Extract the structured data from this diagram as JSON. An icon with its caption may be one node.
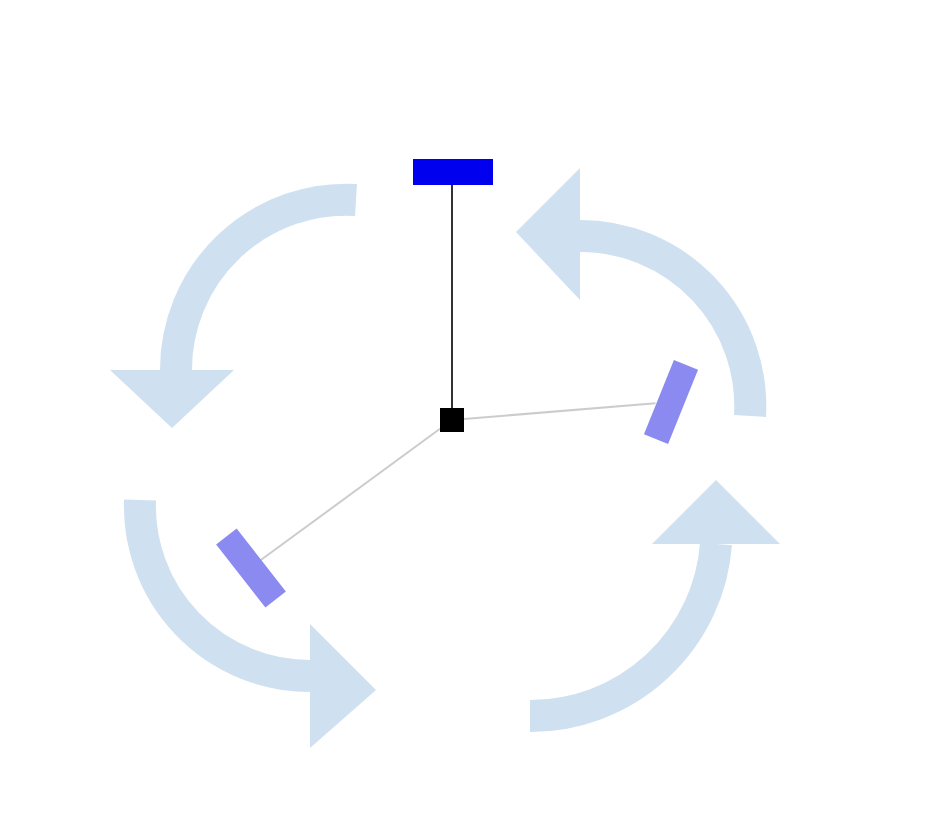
{
  "diagram": {
    "nodes": [
      {
        "text": [],
        "shape": "bar"
      },
      {
        "text": [],
        "shape": "bar"
      },
      {
        "text": [],
        "shape": "bar"
      },
      {
        "text": [],
        "shape": "box"
      }
    ],
    "edges": [
      {
        "from": 3,
        "to": 0,
        "arrow": "none",
        "color": "#333333"
      },
      {
        "from": 3,
        "to": 1,
        "arrow": "none"
      },
      {
        "from": 3,
        "to": 2,
        "arrow": "none"
      }
    ]
  }
}
